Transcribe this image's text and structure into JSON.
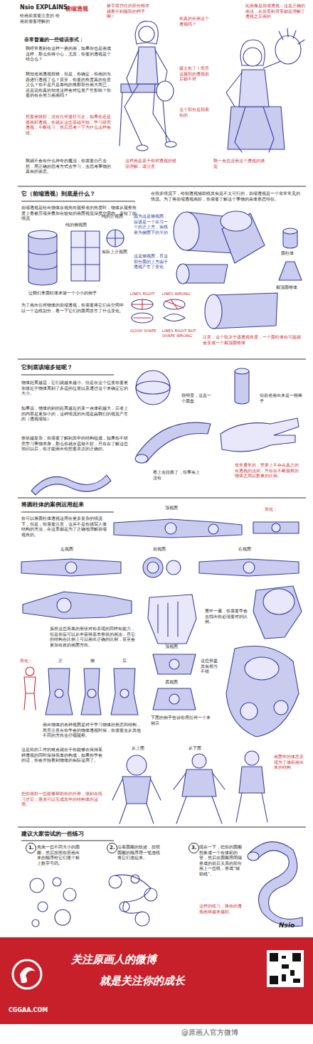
{
  "diagram": {
    "title": "前缩透视",
    "nodes": [
      {
        "text": [
          "1."
        ]
      },
      {
        "text": [
          "2."
        ]
      },
      {
        "text": [
          "3."
        ]
      },
      {
        "text": [
          "关注原画人的微博",
          "就是关注你的成长",
          "CGGAA.COM"
        ]
      }
    ],
    "labels": [
      "Nsio EXPLAINS:",
      "绘画前需要注意的 绘画前需要理解的",
      "非常普遍的一些错误形式：",
      "我经常看到有这样一类的画，如果你也是画成这样，那么你得小心，尤其，你要的透视是个结合么？",
      "我知道画透视很难，但是，你确定，你画的东西进行透视了么？甚至，你要的角度真的有意义么？你不是只是单纯的将那部分画大而已，还是说你真的知道这样会对位置产生影响？你要的有在努力画画吗？",
      "想要画得好，没有任何捷径可走，如果你还是要画好透视，你就从这些基础开始，学习研究透视，不断练习，然后思考一下为什么这样会错。",
      "我就不会有什么神奇的魔法，你需要自己去想，用正确的思考方式去学习，去思考事物的真实的姿态。",
      "被手臂挡住的部分根本就看不到腿部的样子啊！",
      "你真的在画这个透视吗？",
      "腿太长了！而且这腿部的透视前后都不对",
      "此画像是前缩透视，这是正确的画法，从前景到背景都是理解了透视之后画的",
      "这样画是基于你对透视的错误理解，请注意",
      "我一点也没画这个透视的感觉",
      "这个部分是朝着你的",
      "它（前缩透视）到底是什么？",
      "前缩透视是绘出物体在视角向观察者的角度时，物体从观察角度上看被压缩并叠加在较短的画面视觉深度空间内，变短了的情况",
      "在很多情况下，绘制透视辅助线其实是不太可行的，前缩透视是一个非常常见的情况。为了将前缩透视画好，你需要了解这个事物的具体形态特征。",
      "纯的侧视图",
      "纯的正视图",
      "实际上正视图",
      "因为这是侧视图，应该是一个在另一个的正上方，实线形为侧面下的平的",
      "这是侧视图，且这部分圆的上方由于透视产生了变化",
      "让我们拿圆柱体来做一个小小的例子",
      "圆柱体",
      "截顶圆锥体",
      "LINES RIGHT",
      "LINES WRONG",
      "GOOD SHAPE",
      "LINES RIGHT BUT SHAPE WRONG",
      "为了画出任何物体的前缩透视，你需要将它们在空间中以一个边线划分，看一下它们的圆周发生了什么变化。",
      "注意，这个取决于该透视角度，一个圆柱体有可能就会变成一个截顶圆锥体",
      "它到底该缩多短呢？",
      "物体距离越远，它们就越来越小。但是在这个位置你要更加接近于物体离到了多远的位置以及通过这个来确定它的大小。",
      "如果说，物体的到的距离越近的某一点体积越大，后者上的内容是更加小的，这种情况的出现是由我们的视觉产生的（透视缩短）",
      "形状越复杂，你需要了解到其中的结构组成，如果你不研究学习事物本身，那么你就永远做不好，只有在了解这些知识以后，你才能画出你想要表达的正确的。",
      "很明显，这是一个圆盘",
      "但前者画出来是一根棒子",
      "看上去扭曲了，但事实上没有",
      "非常通常的，世界上不存在真正的有透视的法则，只有在不断观察的物体之间以数量的比例。",
      "将圆柱体的案例运用起来",
      "你可以将圆柱体透视运用在更多复杂的情况下，但是，你需要注意，这并不是你描写人体结构的方法，在这里都是为了正确地理解前缩视角的。",
      "顶视图",
      "简化：",
      "左视图",
      "前视图",
      "右视图",
      "虽然这些简单的形状对你表现的同样有能力，但是你应可以从中获得基本形状的画法，且它的结构在比例上可以画出正确的比例，甚至会更加有效的画面方向。",
      "重申一遍，你需要学会去找出你必须要对的比例。",
      "简化：",
      "正",
      "侧",
      "后",
      "画出物体的各种视图是对于学习物体的形态和结构，而且注意在你学会的物体透视时候，你需要去从其他不同的方向去仔细观察。",
      "顶视图",
      "底视图",
      "这些骨盆其实相当不错",
      "下面的例子告诉你用任何一个来例示",
      "这是你的工作的难点就在于你能够在保持某种透视的同时保持简单的构成，如果你学会的话，你会开始看到物体的实际运用了。",
      "把你做好一些能够帮助你的外形，做到在练习过后，逐渐可以完成其中的结构体的运用。",
      "从上面",
      "从下面",
      "画面中的体态表现为了体积画出来的结构",
      "建议大家尝试的一些练习",
      "先画一些不同大小的圆圈，然后按照你所画出来的顺序给它们逐个标上数字号码。",
      "沿着圆圈的轨迹，按照圆圈的顺序用一笔连线将它们连起来。",
      "现在一下，把你的圆圈想象成一个有体积的管，然后在圆圈用间隔形成的前后关系的部分画上一些线，形成“辅助线”。",
      "这样的练习，将你的透视画得越来越好。",
      "Nsio",
      "@原画人官方微博"
    ]
  }
}
